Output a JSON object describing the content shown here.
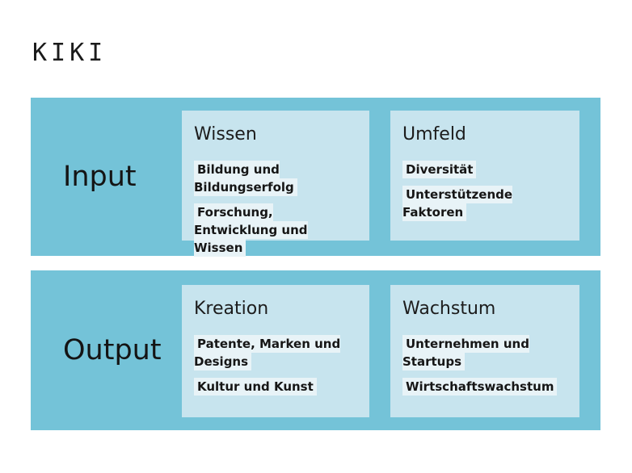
{
  "title": "KIKI",
  "colors": {
    "band": "#74C3D8",
    "card": "#C7E4EE",
    "highlight": "#E8F3F7",
    "text": "#161616"
  },
  "bands": [
    {
      "label": "Input",
      "cards": [
        {
          "heading": "Wissen",
          "items": [
            "Bildung und Bildungserfolg",
            "Forschung, Entwicklung und Wissen"
          ]
        },
        {
          "heading": "Umfeld",
          "items": [
            "Diversität",
            "Unterstützende Faktoren"
          ]
        }
      ]
    },
    {
      "label": "Output",
      "cards": [
        {
          "heading": "Kreation",
          "items": [
            "Patente, Marken und Designs",
            "Kultur und Kunst"
          ]
        },
        {
          "heading": "Wachstum",
          "items": [
            "Unternehmen und Startups",
            "Wirtschaftswachstum"
          ]
        }
      ]
    }
  ]
}
